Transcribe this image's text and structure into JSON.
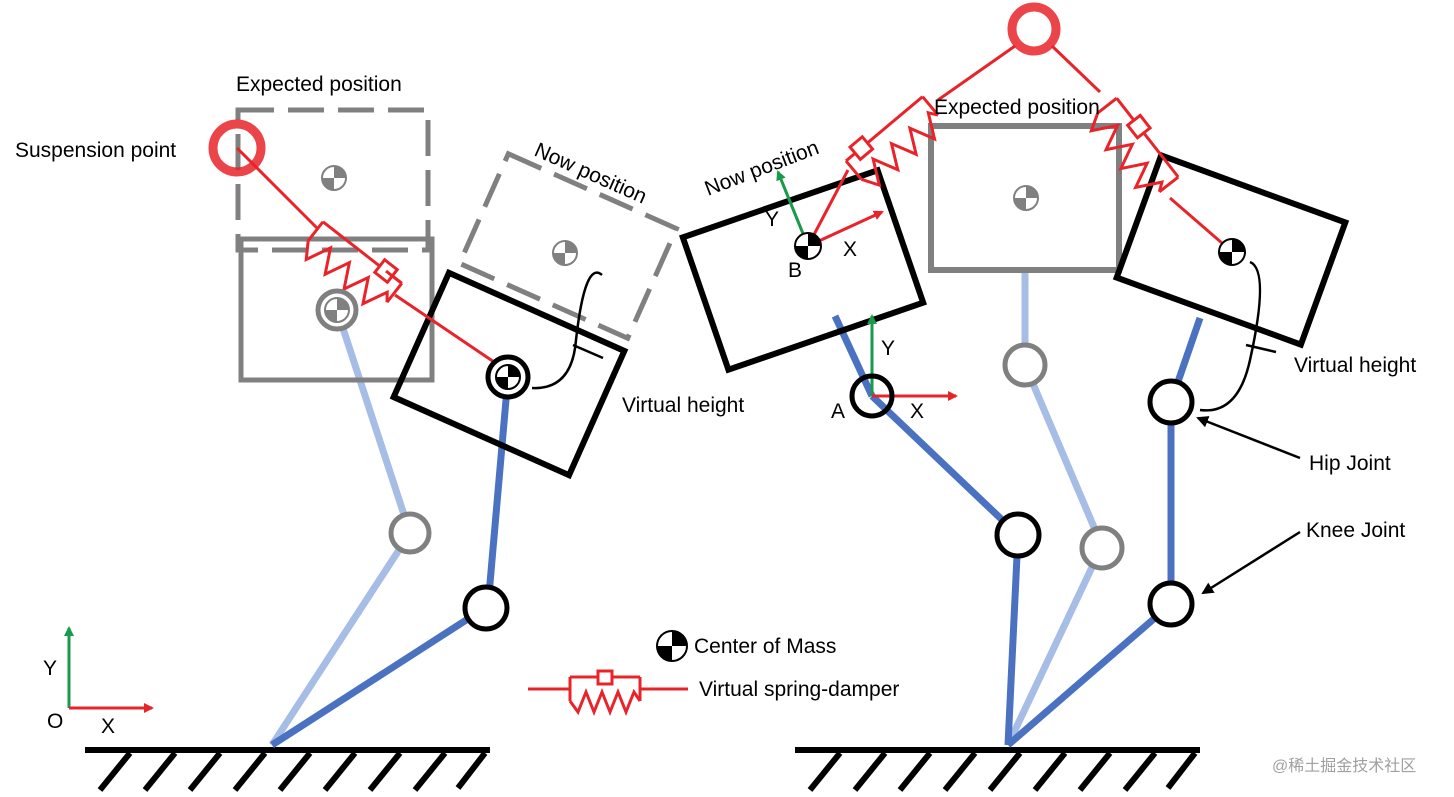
{
  "labels": {
    "suspension_point": "Suspension point",
    "expected_position_left": "Expected position",
    "now_position_left": "Now position",
    "virtual_height_left": "Virtual height",
    "expected_position_right": "Expected position",
    "now_position_right": "Now position",
    "virtual_height_right": "Virtual height",
    "hip_joint": "Hip Joint",
    "knee_joint": "Knee Joint",
    "point_a": "A",
    "point_b": "B",
    "origin": "O"
  },
  "axes": {
    "world": {
      "x": "X",
      "y": "Y"
    },
    "frame_a": {
      "x": "X",
      "y": "Y"
    },
    "frame_b": {
      "x": "X",
      "y": "Y"
    }
  },
  "legend": {
    "center_of_mass": "Center of Mass",
    "spring_damper": "Virtual spring-damper"
  },
  "watermark": "@稀土掘金技术社区",
  "colors": {
    "spring": "#e8242a",
    "leg_active": "#4a72c0",
    "leg_ghost": "#a6bde6",
    "ghost_gray": "#808080",
    "frame_black": "#000000",
    "axis_x": "#e8242a",
    "axis_y": "#1a9a4a"
  }
}
